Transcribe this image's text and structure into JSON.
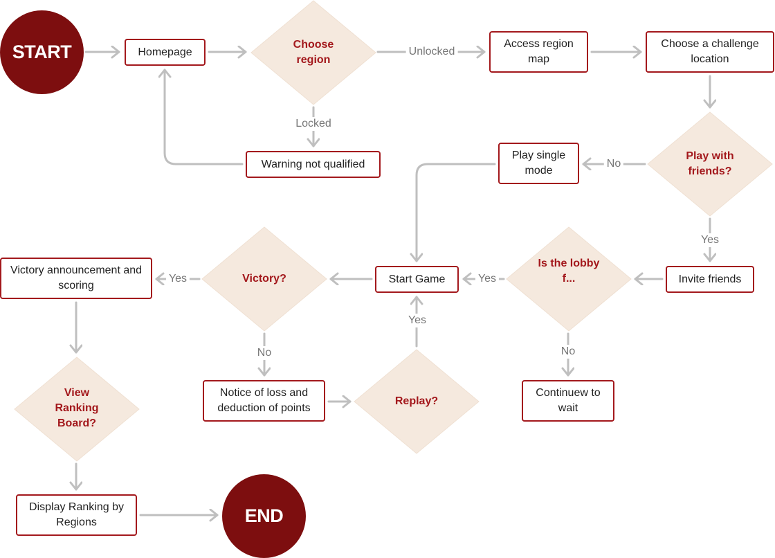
{
  "colors": {
    "accent": "#a3181c",
    "terminal": "#7d0e0f",
    "decision_fill": "#f5e9de",
    "edge": "#bfbfbf",
    "edge_label": "#777777"
  },
  "nodes": {
    "start": "START",
    "homepage": "Homepage",
    "choose_region": "Choose region",
    "access_region_map": "Access region map",
    "choose_challenge": "Choose a challenge location",
    "warning": "Warning not qualified",
    "play_single": "Play single mode",
    "play_with_friends": "Play with friends?",
    "invite_friends": "Invite friends",
    "lobby": "Is the lobby f...",
    "start_game": "Start Game",
    "victory": "Victory?",
    "victory_announcement": "Victory announcement and scoring",
    "continue_wait": "Continuew to wait",
    "notice_loss": "Notice of loss and deduction of points",
    "replay": "Replay?",
    "view_ranking": "View Ranking Board?",
    "display_ranking": "Display Ranking by Regions",
    "end": "END"
  },
  "edge_labels": {
    "unlocked": "Unlocked",
    "locked": "Locked",
    "friends_no": "No",
    "friends_yes": "Yes",
    "lobby_yes": "Yes",
    "victory_yes": "Yes",
    "victory_no": "No",
    "replay_yes": "Yes",
    "lobby_no": "No"
  }
}
